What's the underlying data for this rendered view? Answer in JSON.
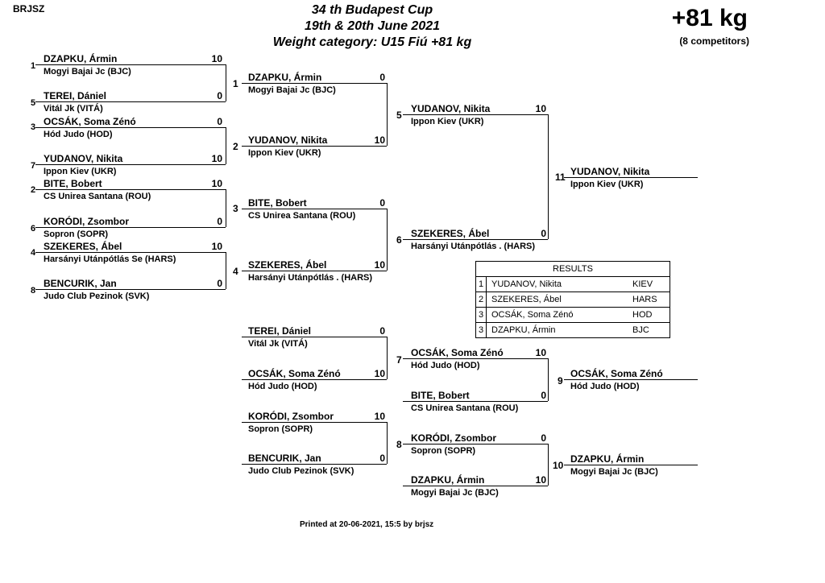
{
  "org": "BRJSZ",
  "title_lines": [
    "34 th Budapest Cup",
    "19th & 20th June 2021",
    "Weight category: U15 Fiú +81 kg"
  ],
  "weight": "+81 kg",
  "competitors": "(8 competitors)",
  "round1": [
    {
      "seed": "1",
      "name": "DZAPKU, Ármin",
      "club": "Mogyi Bajai Jc (BJC)",
      "score": "10"
    },
    {
      "seed": "5",
      "name": "TEREI, Dániel",
      "club": "Vitál Jk (VITÁ)",
      "score": "0"
    },
    {
      "seed": "3",
      "name": "OCSÁK, Soma Zénó",
      "club": "Hód Judo (HOD)",
      "score": "0"
    },
    {
      "seed": "7",
      "name": "YUDANOV, Nikita",
      "club": "Ippon Kiev (UKR)",
      "score": "10"
    },
    {
      "seed": "2",
      "name": "BITE, Bobert",
      "club": "CS Unirea Santana (ROU)",
      "score": "10"
    },
    {
      "seed": "6",
      "name": "KORÓDI, Zsombor",
      "club": "Sopron (SOPR)",
      "score": "0"
    },
    {
      "seed": "4",
      "name": "SZEKERES, Ábel",
      "club": "Harsányi Utánpótlás Se (HARS)",
      "score": "10"
    },
    {
      "seed": "8",
      "name": "BENCURIK, Jan",
      "club": "Judo Club Pezinok (SVK)",
      "score": "0"
    }
  ],
  "round2": [
    {
      "name": "DZAPKU, Ármin",
      "club": "Mogyi Bajai Jc (BJC)",
      "score": "0"
    },
    {
      "name": "YUDANOV, Nikita",
      "club": "Ippon Kiev (UKR)",
      "score": "10"
    },
    {
      "name": "BITE, Bobert",
      "club": "CS Unirea Santana (ROU)",
      "score": "0"
    },
    {
      "name": "SZEKERES, Ábel",
      "club": "Harsányi Utánpótlás . (HARS)",
      "score": "10"
    }
  ],
  "round3": [
    {
      "name": "YUDANOV, Nikita",
      "club": "Ippon Kiev (UKR)",
      "score": "10"
    },
    {
      "name": "SZEKERES, Ábel",
      "club": "Harsányi Utánpótlás . (HARS)",
      "score": "0"
    }
  ],
  "final": {
    "name": "YUDANOV, Nikita",
    "club": "Ippon Kiev (UKR)"
  },
  "repechage": [
    {
      "name": "TEREI, Dániel",
      "club": "Vitál Jk (VITÁ)",
      "score": "0"
    },
    {
      "name": "OCSÁK, Soma Zénó",
      "club": "Hód Judo (HOD)",
      "score": "10"
    },
    {
      "name": "KORÓDI, Zsombor",
      "club": "Sopron (SOPR)",
      "score": "10"
    },
    {
      "name": "BENCURIK, Jan",
      "club": "Judo Club Pezinok (SVK)",
      "score": "0"
    }
  ],
  "bronze_semis": [
    {
      "name": "OCSÁK, Soma Zénó",
      "club": "Hód Judo (HOD)",
      "score": "10"
    },
    {
      "name": "BITE, Bobert",
      "club": "CS Unirea Santana (ROU)",
      "score": "0"
    },
    {
      "name": "KORÓDI, Zsombor",
      "club": "Sopron (SOPR)",
      "score": "0"
    },
    {
      "name": "DZAPKU, Ármin",
      "club": "Mogyi Bajai Jc (BJC)",
      "score": "10"
    }
  ],
  "bronze_winners": [
    {
      "name": "OCSÁK, Soma Zénó",
      "club": "Hód Judo (HOD)"
    },
    {
      "name": "DZAPKU, Ármin",
      "club": "Mogyi Bajai Jc (BJC)"
    }
  ],
  "match_numbers": [
    "1",
    "2",
    "3",
    "4",
    "5",
    "6",
    "7",
    "8",
    "9",
    "10",
    "11"
  ],
  "results": {
    "heading": "RESULTS",
    "rows": [
      {
        "place": "1",
        "name": "YUDANOV, Nikita",
        "club": "KIEV"
      },
      {
        "place": "2",
        "name": "SZEKERES, Ábel",
        "club": "HARS"
      },
      {
        "place": "3",
        "name": "OCSÁK, Soma Zénó",
        "club": "HOD"
      },
      {
        "place": "3",
        "name": "DZAPKU, Ármin",
        "club": "BJC"
      }
    ]
  },
  "footer": "Printed at 20-06-2021, 15:5 by brjsz"
}
